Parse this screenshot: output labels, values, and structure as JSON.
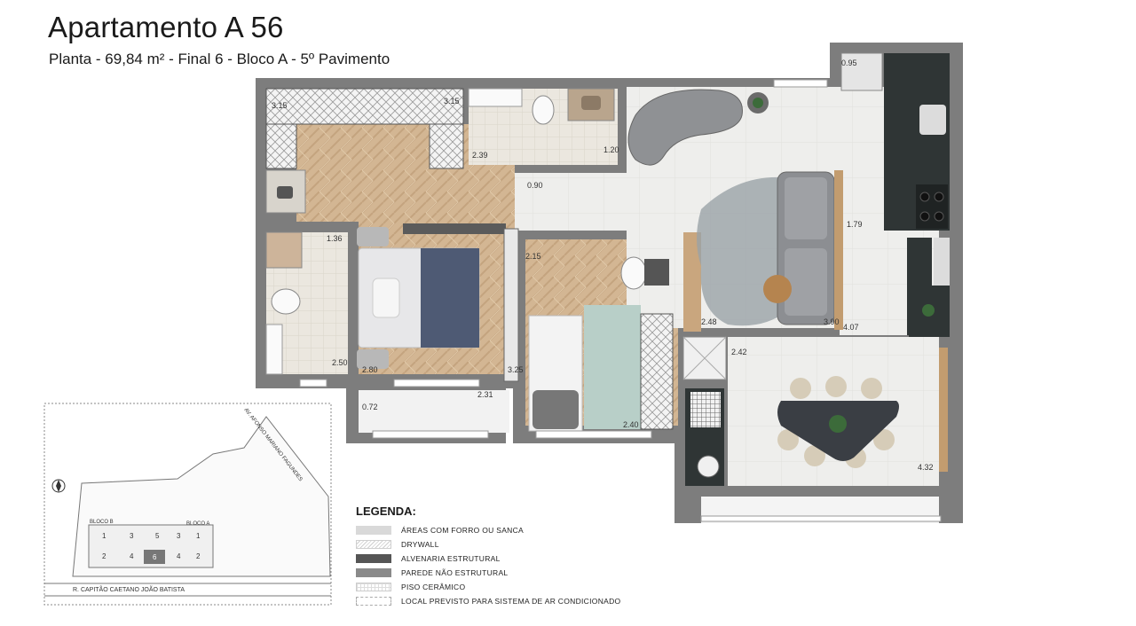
{
  "header": {
    "title": "Apartamento A 56",
    "subtitle": "Planta - 69,84 m² - Final 6 - Bloco A - 5º Pavimento"
  },
  "dimensions": {
    "d_315": "3.15",
    "d_315b": "3.15",
    "d_239": "2.39",
    "d_120": "1.20",
    "d_090": "0.90",
    "d_136": "1.36",
    "d_280": "2.80",
    "d_250": "2.50",
    "d_325": "3.25",
    "d_215": "2.15",
    "d_231": "2.31",
    "d_027": "0.72",
    "d_240": "2.40",
    "d_179": "1.79",
    "d_248": "2.48",
    "d_390": "3.90",
    "d_407": "4.07",
    "d_242": "2.42",
    "d_432": "4.32",
    "d_095": "0.95"
  },
  "site_map": {
    "street_right": "AV. AFONSO MARIANO FAGUNDES",
    "street_bottom": "R. CAPITÃO CAETANO JOÃO BATISTA",
    "bloco_b": "BLOCO B",
    "bloco_a": "BLOCO A",
    "unit_1a": "1",
    "unit_3a": "3",
    "unit_5": "5",
    "unit_3b": "3",
    "unit_1b": "1",
    "unit_2a": "2",
    "unit_4a": "4",
    "unit_6": "6",
    "unit_4b": "4",
    "unit_2b": "2"
  },
  "legend": {
    "title": "LEGENDA:",
    "items": [
      {
        "label": "ÁREAS COM FORRO OU SANCA",
        "key": "forro"
      },
      {
        "label": "DRYWALL",
        "key": "drywall"
      },
      {
        "label": "ALVENARIA ESTRUTURAL",
        "key": "alv"
      },
      {
        "label": "PAREDE NÃO ESTRUTURAL",
        "key": "parede"
      },
      {
        "label": "PISO CERÂMICO",
        "key": "piso"
      },
      {
        "label": "LOCAL PREVISTO PARA SISTEMA DE AR CONDICIONADO",
        "key": "ar"
      }
    ]
  },
  "colors": {
    "wall": "#7d7d7d",
    "wood": "#d2b592",
    "marble": "#eeeeec",
    "tile": "#e8e4dc",
    "sofa": "#8c8e92",
    "bed_blanket": "#4e5a74",
    "cabinet_dark": "#2f3535",
    "rug_green": "#b8cfc8"
  }
}
